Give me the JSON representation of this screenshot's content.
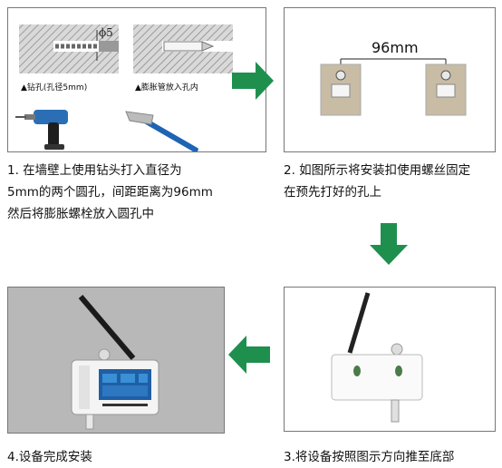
{
  "steps": [
    {
      "id": 1,
      "caption_line1": "1. 在墙壁上使用钻头打入直径为",
      "caption_line2": "5mm的两个圆孔，间距距离为96mm",
      "caption_line3": "然后将膨胀螺栓放入圆孔中"
    },
    {
      "id": 2,
      "caption_line1": "2. 如图所示将安装扣使用螺丝固定",
      "caption_line2": "在预先打好的孔上"
    },
    {
      "id": 3,
      "caption_line1": "3.将设备按照图示方向推至底部"
    },
    {
      "id": 4,
      "caption_line1": "4.设备完成安装"
    }
  ],
  "panel1": {
    "drill_label": "▲钻孔(孔径5mm)",
    "anchor_label": "▲膨胀管放入孔内",
    "phi_label": "ϕ5"
  },
  "panel2": {
    "spacing_label": "96mm"
  },
  "colors": {
    "arrow_green": "#1f8f4e",
    "panel_border": "#777777",
    "device_screen": "#1f5fa6"
  }
}
